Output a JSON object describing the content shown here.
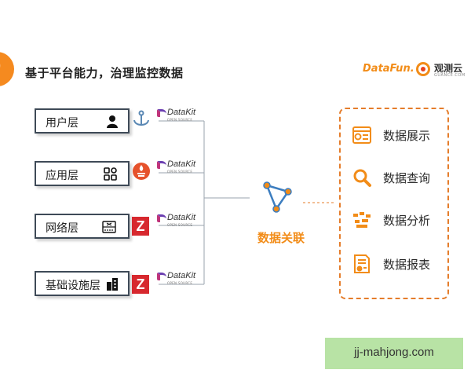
{
  "header": {
    "title": "基于平台能力，治理监控数据",
    "brand_datafun": "DataFun.",
    "brand_guance": "观测云",
    "brand_guance_sub": "GUANCE.COM"
  },
  "layers": [
    {
      "label": "用户层",
      "icon": "user-icon",
      "source_icon": "anchor-icon",
      "tool": "DataKit",
      "tool_sub": "OPEN SOURCE"
    },
    {
      "label": "应用层",
      "icon": "apps-grid-icon",
      "source_icon": "prometheus-icon",
      "tool": "DataKit",
      "tool_sub": "OPEN SOURCE"
    },
    {
      "label": "网络层",
      "icon": "network-device-icon",
      "source_icon": "zabbix-icon",
      "source_text": "Z",
      "tool": "DataKit",
      "tool_sub": "OPEN SOURCE"
    },
    {
      "label": "基础设施层",
      "icon": "server-building-icon",
      "source_icon": "zabbix-icon",
      "source_text": "Z",
      "tool": "DataKit",
      "tool_sub": "OPEN SOURCE"
    }
  ],
  "center": {
    "label": "数据关联",
    "icon": "graph-triangle-icon"
  },
  "outputs": [
    {
      "label": "数据展示",
      "icon": "dashboard-icon"
    },
    {
      "label": "数据查询",
      "icon": "search-icon"
    },
    {
      "label": "数据分析",
      "icon": "analysis-icon"
    },
    {
      "label": "数据报表",
      "icon": "report-icon"
    }
  ],
  "colors": {
    "accent": "#f28c18",
    "dashed_border": "#e57d2b",
    "zabbix_red": "#d7282e",
    "box_border": "#3e4a57"
  },
  "watermark": "jj-mahjong.com"
}
